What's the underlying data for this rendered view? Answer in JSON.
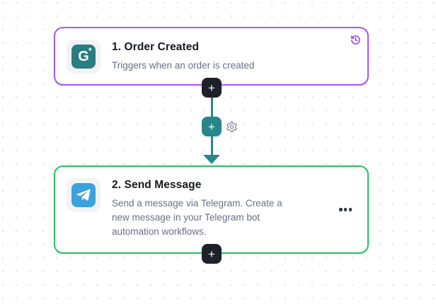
{
  "canvas": {
    "background": "#ffffff",
    "dot_color": "#dfe2e7"
  },
  "steps": [
    {
      "title": "1. Order Created",
      "description": "Triggers when an order is created",
      "border_color": "#a855f7",
      "app_icon": "g-sparkle-logo",
      "app_icon_bg": "#2a7e81",
      "app_icon_letter": "G",
      "app_icon_spark": "✦",
      "corner_icon": "history-icon",
      "corner_icon_color": "#9333ea"
    },
    {
      "title": "2. Send Message",
      "description": "Send a message via Telegram. Create a new message in your Telegram bot automation workflows.",
      "border_color": "#22c55e",
      "app_icon": "telegram-logo",
      "app_icon_bg": "#3aa2dd",
      "corner_icon": "more-options"
    }
  ],
  "connector": {
    "add_step_label": "+",
    "branch_add_label": "+",
    "line_color": "#27868a",
    "button_dark": "#1e212a",
    "button_teal": "#27868a"
  }
}
